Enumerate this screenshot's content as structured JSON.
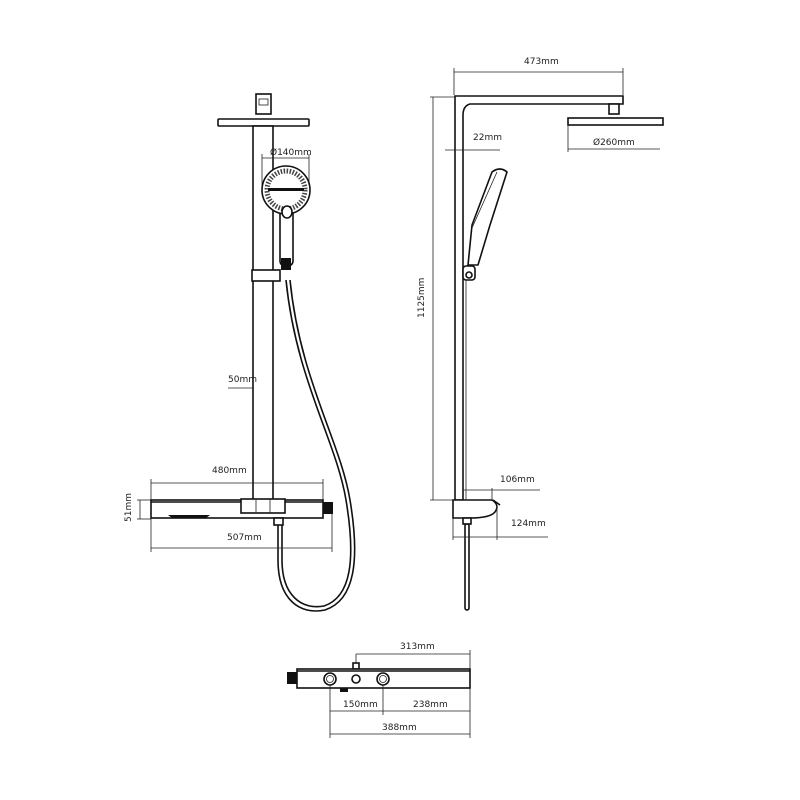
{
  "front_view": {
    "head_diameter_label": "Ø140mm",
    "pipe_diameter_label": "50mm",
    "bar_length_label": "480mm",
    "bar_height_label": "51mm",
    "overall_width_label": "507mm"
  },
  "side_view": {
    "arm_reach_label": "473mm",
    "head_diameter_label": "Ø260mm",
    "wall_offset_label": "22mm",
    "height_label": "1125mm",
    "spout_label": "106mm",
    "bar_depth_label": "124mm"
  },
  "bottom_view": {
    "outlet_offset_label": "313mm",
    "inlet_spacing_label": "150mm",
    "inlet_to_end_label": "238mm",
    "total_label": "388mm"
  },
  "colors": {
    "line": "#111111",
    "background": "#ffffff"
  }
}
